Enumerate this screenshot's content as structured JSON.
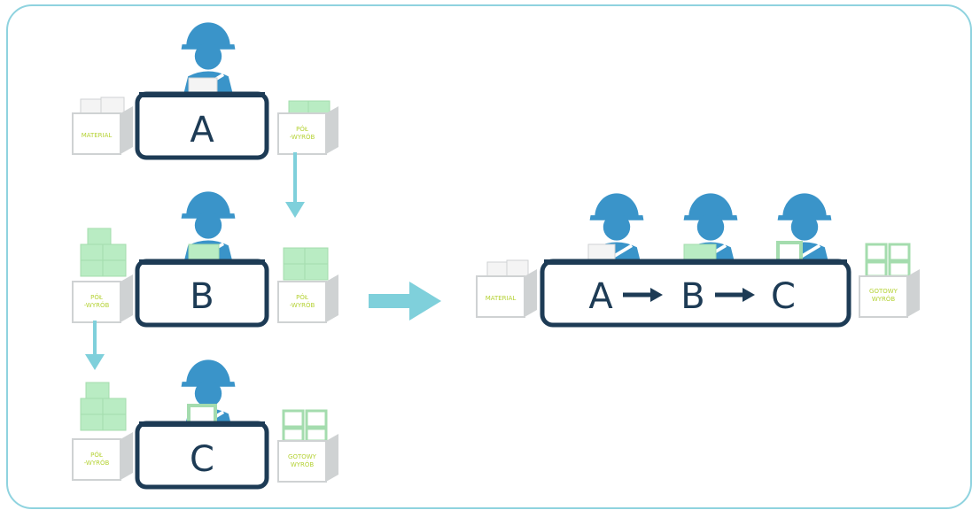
{
  "colors": {
    "frame": "#8fd3df",
    "station": "#1d3b55",
    "worker": "#3a94c9",
    "flow_arrow": "#7fd0db",
    "material": "#f4f4f4",
    "semi_product": "#b9ecc3",
    "crate": "#cfd2d3",
    "crate_label": "#b5d235"
  },
  "left_process": {
    "stations": [
      {
        "id": "A",
        "label": "A"
      },
      {
        "id": "B",
        "label": "B"
      },
      {
        "id": "C",
        "label": "C"
      }
    ],
    "inputs": [
      {
        "label_lines": [
          "MATERIAL"
        ]
      },
      {
        "label_lines": [
          "PÓŁ",
          "-WYRÓB"
        ]
      },
      {
        "label_lines": [
          "PÓŁ",
          "-WYRÓB"
        ]
      }
    ],
    "outputs": [
      {
        "label_lines": [
          "PÓŁ",
          "-WYRÓB"
        ]
      },
      {
        "label_lines": [
          "PÓŁ",
          "-WYRÓB"
        ]
      },
      {
        "label_lines": [
          "GOTOWY",
          "WYRÓB"
        ]
      }
    ]
  },
  "right_process": {
    "station_labels": [
      "A",
      "B",
      "C"
    ],
    "input": {
      "label_lines": [
        "MATERIAL"
      ]
    },
    "output": {
      "label_lines": [
        "GOTOWY",
        "WYRÓB"
      ]
    }
  }
}
